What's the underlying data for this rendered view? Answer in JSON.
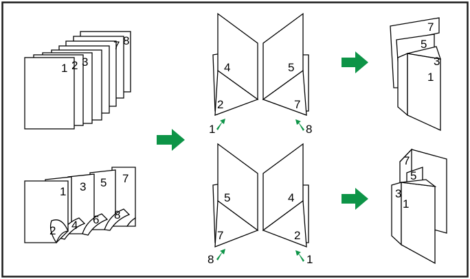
{
  "colors": {
    "arrow": "#0d9447",
    "frame": "#1a1a1a"
  },
  "top": {
    "stack_numbers": [
      "1",
      "2",
      "3",
      "7",
      "8"
    ],
    "left_leaf": {
      "upper": "4",
      "lower": "2",
      "tab": "1"
    },
    "right_leaf": {
      "upper": "5",
      "lower": "7",
      "tab": "8"
    },
    "result": {
      "p7": "7",
      "p5": "5",
      "p3": "3",
      "p1": "1"
    }
  },
  "bottom": {
    "sheet_top_numbers": [
      "1",
      "3",
      "5",
      "7"
    ],
    "sheet_corner_numbers": [
      "2",
      "4",
      "6",
      "8"
    ],
    "left_leaf": {
      "upper": "5",
      "lower": "7",
      "tab": "8"
    },
    "right_leaf": {
      "upper": "4",
      "lower": "2",
      "tab": "1"
    },
    "result": {
      "p7": "7",
      "p5": "5",
      "p3": "3",
      "p1": "1"
    }
  },
  "icons": [
    "arrow-right-icon",
    "curl-arrow-icon"
  ]
}
